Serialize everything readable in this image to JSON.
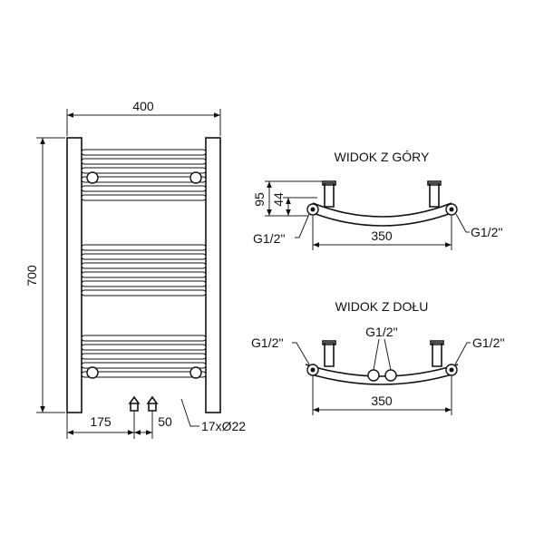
{
  "front": {
    "width": "400",
    "height": "700",
    "left_offset": "175",
    "spacing": "50",
    "tubes": "17xØ22"
  },
  "top_view": {
    "title": "WIDOK Z GÓRY",
    "depth_total": "95",
    "depth_inner": "44",
    "width": "350",
    "conn_left": "G1/2''",
    "conn_right": "G1/2''"
  },
  "bottom_view": {
    "title": "WIDOK Z DOŁU",
    "conn_left": "G1/2''",
    "conn_center": "G1/2''",
    "conn_right": "G1/2''",
    "width": "350"
  }
}
